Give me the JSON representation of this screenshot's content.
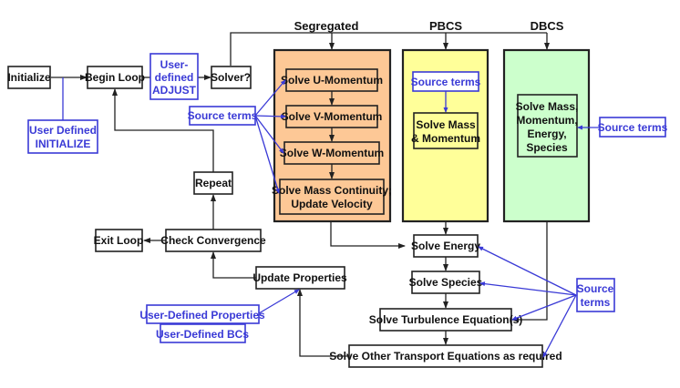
{
  "colors": {
    "segregated_panel": "#fdc896",
    "pbcs_panel": "#ffff99",
    "dbcs_panel": "#ccffcc",
    "user_blue": "#3a3ad6",
    "line_black": "#222222"
  },
  "headers": {
    "segregated": "Segregated",
    "pbcs": "PBCS",
    "dbcs": "DBCS"
  },
  "nodes": {
    "initialize": "Initialize",
    "begin_loop": "Begin Loop",
    "solver": "Solver?",
    "user_adjust": [
      "User-",
      "defined",
      "ADJUST"
    ],
    "user_initialize": [
      "User Defined",
      "INITIALIZE"
    ],
    "source_terms_seg": "Source terms",
    "solve_u": "Solve U-Momentum",
    "solve_v": "Solve V-Momentum",
    "solve_w": "Solve W-Momentum",
    "solve_mass_cont": [
      "Solve Mass Continuity;",
      "Update Velocity"
    ],
    "source_terms_pbcs": "Source terms",
    "solve_mass_mom": [
      "Solve Mass",
      "& Momentum"
    ],
    "solve_all": [
      "Solve Mass,",
      "Momentum,",
      "Energy,",
      "Species"
    ],
    "source_terms_dbcs": "Source terms",
    "repeat": "Repeat",
    "exit_loop": "Exit Loop",
    "check_convergence": "Check Convergence",
    "update_properties": "Update Properties",
    "user_properties": "User-Defined Properties",
    "user_bcs": "User-Defined BCs",
    "solve_energy": "Solve Energy",
    "solve_species": "Solve Species",
    "solve_turbulence": "Solve Turbulence Equation(s)",
    "solve_other": "Solve Other Transport Equations as required",
    "source_terms_right": [
      "Source",
      "terms"
    ]
  }
}
